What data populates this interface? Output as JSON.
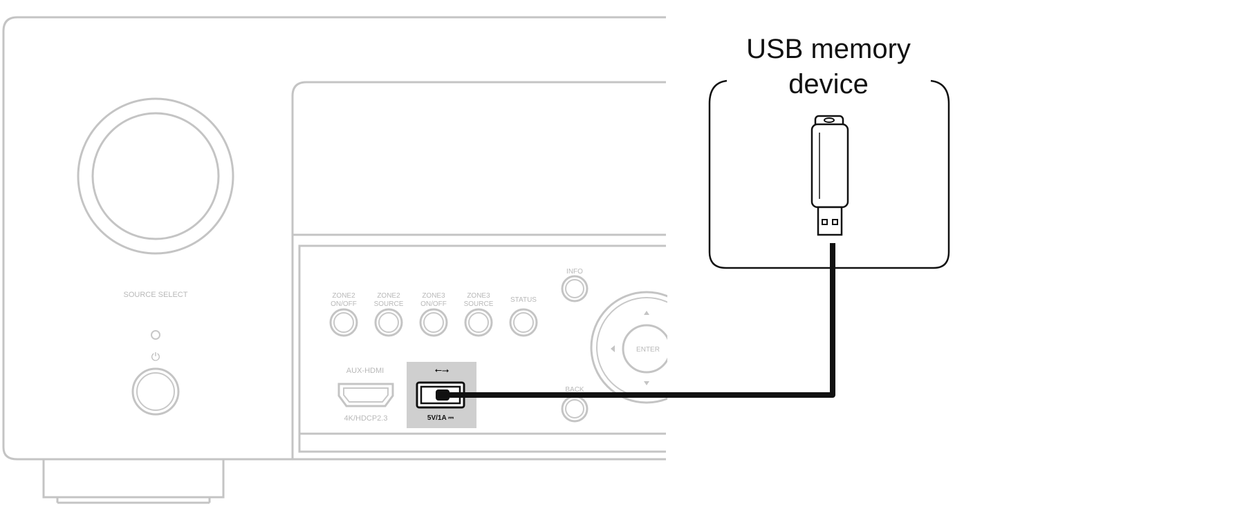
{
  "colors": {
    "device_outline": "#c4c4c4",
    "device_label": "#b8b8b8",
    "usb_port_highlight": "#cfcfcf",
    "cable": "#111111",
    "background": "#ffffff"
  },
  "receiver": {
    "source_select_label": "SOURCE SELECT",
    "power_symbol": "⏻",
    "buttons": [
      {
        "line1": "ZONE2",
        "line2": "ON/OFF"
      },
      {
        "line1": "ZONE2",
        "line2": "SOURCE"
      },
      {
        "line1": "ZONE3",
        "line2": "ON/OFF"
      },
      {
        "line1": "ZONE3",
        "line2": "SOURCE"
      },
      {
        "line1": "STATUS",
        "line2": ""
      }
    ],
    "info_label": "INFO",
    "back_label": "BACK",
    "enter_label": "ENTER",
    "aux_hdmi_label": "AUX-HDMI",
    "hdmi_spec_label": "4K/HDCP2.3",
    "usb_symbol": "⭠⭢",
    "usb_rating_label": "5V/1A ⎓"
  },
  "callout": {
    "title_line1": "USB memory",
    "title_line2": "device",
    "icon": "usb-flash-drive-icon"
  }
}
